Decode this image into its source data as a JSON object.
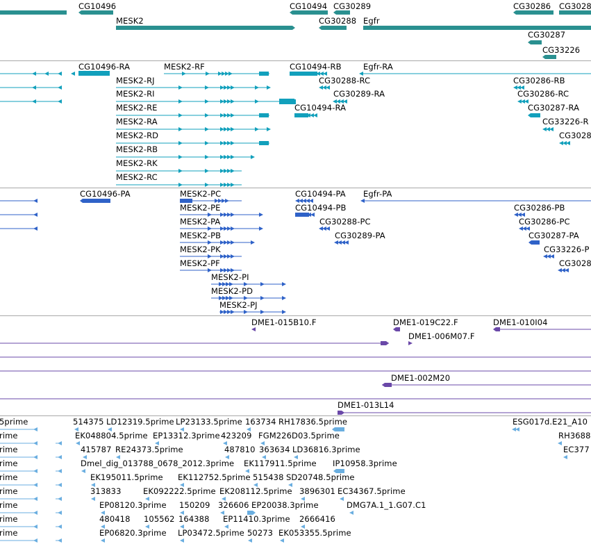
{
  "colors": {
    "gene": "#2a9090",
    "transcript": "#12a0bc",
    "protein": "#2f62c8",
    "clone": "#6a48a8",
    "est": "#6aaee0",
    "separator": "#a8a8a8"
  },
  "tracks": {
    "genes": {
      "labels": [
        "CG10496",
        "MESK2",
        "CG10494",
        "CG30289",
        "CG30288",
        "Egfr",
        "CG30286",
        "CG30287",
        "CG33226",
        "CG3028"
      ]
    },
    "transcripts": {
      "labels": [
        "CG10496-RA",
        "MESK2-RF",
        "CG10494-RB",
        "Egfr-RA",
        "MESK2-RJ",
        "CG30288-RC",
        "CG30286-RB",
        "MESK2-RI",
        "CG30289-RA",
        "CG30286-RC",
        "MESK2-RE",
        "CG10494-RA",
        "CG30287-RA",
        "MESK2-RA",
        "CG33226-R",
        "MESK2-RD",
        "CG3028",
        "MESK2-RB",
        "MESK2-RK",
        "MESK2-RC"
      ]
    },
    "proteins": {
      "labels": [
        "CG10496-PA",
        "MESK2-PC",
        "CG10494-PA",
        "Egfr-PA",
        "MESK2-PE",
        "CG10494-PB",
        "CG30286-PB",
        "MESK2-PA",
        "CG30288-PC",
        "CG30286-PC",
        "MESK2-PB",
        "CG30289-PA",
        "CG30287-PA",
        "MESK2-PK",
        "CG33226-P",
        "MESK2-PF",
        "CG3028",
        "MESK2-PI",
        "MESK2-PD",
        "MESK2-PJ"
      ]
    },
    "clones": {
      "labels": [
        "DME1-015B10.F",
        "DME1-019C22.F",
        "DME1-010I04",
        "DME1-006M07.F",
        "DME1-002M20",
        "DME1-013L14"
      ]
    },
    "ests": {
      "labels": [
        "5prime",
        "514375",
        "LD12319.5prime",
        "LP23133.5prime",
        "163734",
        "RH17836.5prime",
        "ESG017d.E21_A10",
        "rime",
        "EK048804.5prime",
        "EP13312.3prime",
        "423209",
        "FGM226D03.5prime",
        "RH3688",
        "rime",
        "415787",
        "RE24373.5prime",
        "487810",
        "363634",
        "LD36816.3prime",
        "EC377",
        "rime",
        "Dmel_dig_013788_0678_2012.3prime",
        "EK117911.5prime",
        "IP10958.3prime",
        "rime",
        "EK195011.5prime",
        "EK112752.5prime",
        "515438",
        "SD20748.5prime",
        "rime",
        "313833",
        "EK092222.5prime",
        "EK208112.5prime",
        "3896301",
        "EC34367.5prime",
        "rime",
        "EP08120.3prime",
        "150209",
        "326606",
        "EP20038.3prime",
        "DMG7A.1_1.G07.C1",
        "rime",
        "480418",
        "105562",
        "164388",
        "EP11410.3prime",
        "2666416",
        "rime",
        "EP06820.3prime",
        "LP03472.5prime",
        "50273",
        "EK053355.5prime"
      ]
    }
  }
}
